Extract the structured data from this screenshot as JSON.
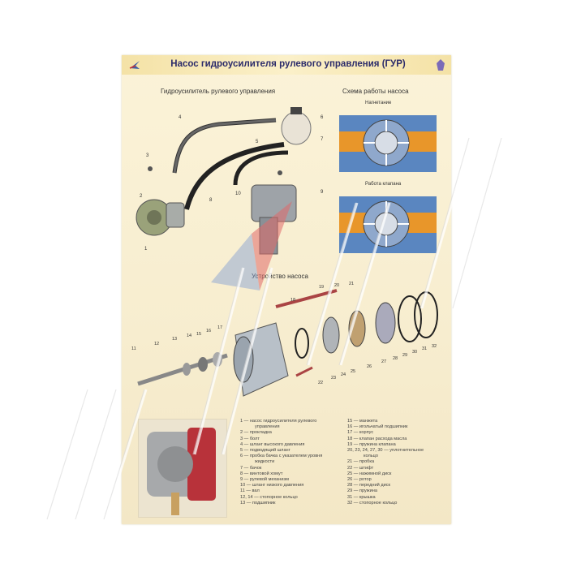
{
  "title": "Насос гидроусилителя рулевого управления (ГУР)",
  "sections": {
    "power_steering": "Гидроусилитель рулевого управления",
    "pump_scheme": "Схема работы насоса",
    "injection": "Нагнетание",
    "valve_operation": "Работа клапана",
    "pump_structure": "Устройство насоса"
  },
  "legend_left": [
    "1 — насос гидроусилителя рулевого",
    "управления",
    "2 — прокладка",
    "3 — болт",
    "4 — шланг высокого давления",
    "5 — подводящий шланг",
    "6 — пробка бачка с указателем уровня",
    "жидкости",
    "7 — бачок",
    "8 — винтовой хомут",
    "9 — рулевой механизм",
    "10 — шланг низкого давления",
    "11 — вал",
    "12, 14 — стопорное кольцо",
    "13 — подшипник"
  ],
  "legend_right": [
    "15 — манжета",
    "16 — игольчатый подшипник",
    "17 — корпус",
    "18 — клапан расхода масла",
    "19 — пружина клапана",
    "20, 23, 24, 27, 30 — уплотнительное",
    "кольцо",
    "21 — пробка",
    "22 — штифт",
    "25 — нажимной диск",
    "26 — ротор",
    "28 — передний диск",
    "29 — пружина",
    "31 — крышка",
    "32 — стопорное кольцо"
  ],
  "callouts_top": [
    "1",
    "2",
    "3",
    "4",
    "5",
    "6",
    "7",
    "8",
    "9",
    "10"
  ],
  "callouts_bottom": [
    "11",
    "12",
    "13",
    "14",
    "15",
    "16",
    "17",
    "18",
    "19",
    "20",
    "21",
    "22",
    "23",
    "24",
    "25",
    "26",
    "27",
    "28",
    "29",
    "30",
    "31",
    "32"
  ],
  "colors": {
    "title": "#2b2b6a",
    "poster_bg": "#f8efd2",
    "oil_orange": "#e8962a",
    "housing_blue": "#5a86c0"
  }
}
